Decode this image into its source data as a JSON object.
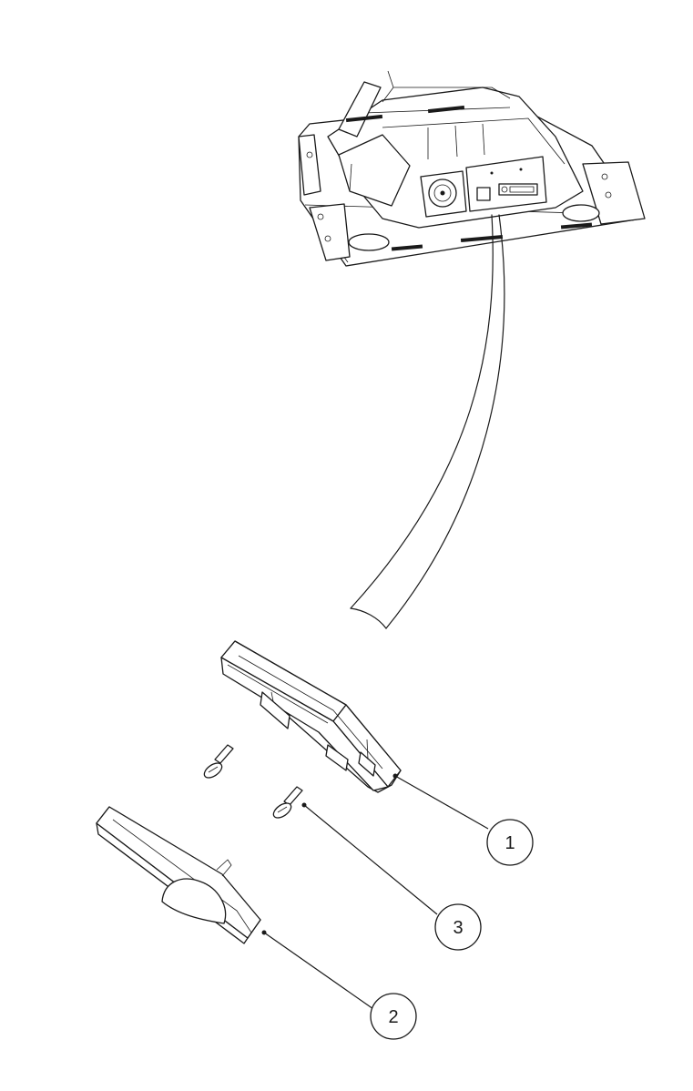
{
  "diagram": {
    "type": "exploded-assembly-drawing",
    "callouts": [
      {
        "id": "callout-1",
        "label": "1"
      },
      {
        "id": "callout-2",
        "label": "2"
      },
      {
        "id": "callout-3",
        "label": "3"
      }
    ],
    "colors": {
      "line": "#1a1a1a",
      "background": "#ffffff"
    }
  }
}
